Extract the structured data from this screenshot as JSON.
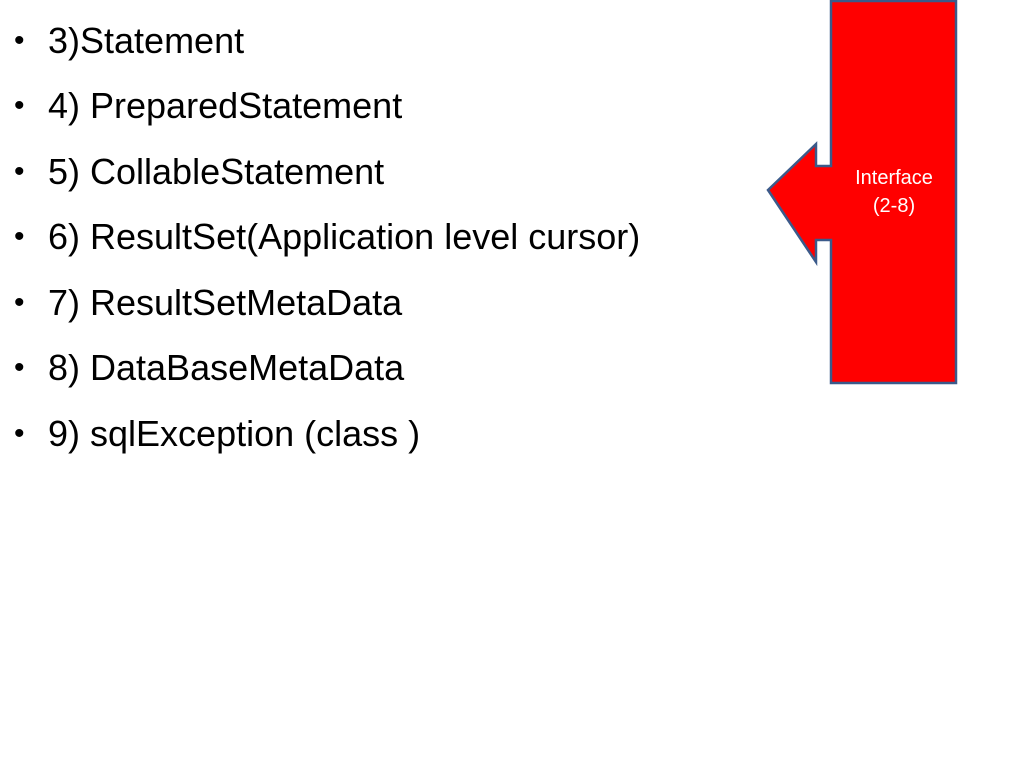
{
  "slide": {
    "bullets": [
      {
        "marker": "•",
        "text": "3)Statement"
      },
      {
        "marker": "•",
        "text": "4) PreparedStatement"
      },
      {
        "marker": "•",
        "text": "5) CollableStatement"
      },
      {
        "marker": "•",
        "text": "6) ResultSet(Application level cursor)"
      },
      {
        "marker": "•",
        "text": "7) ResultSetMetaData"
      },
      {
        "marker": "•",
        "text": "8) DataBaseMetaData"
      },
      {
        "marker": "•",
        "text": "9) sqlException (class )"
      }
    ],
    "callout": {
      "line1": "Interface",
      "line2": "(2-8)",
      "fill_color": "#FF0000",
      "border_color": "#3B5A8A",
      "shape": "left-arrow-callout"
    }
  }
}
